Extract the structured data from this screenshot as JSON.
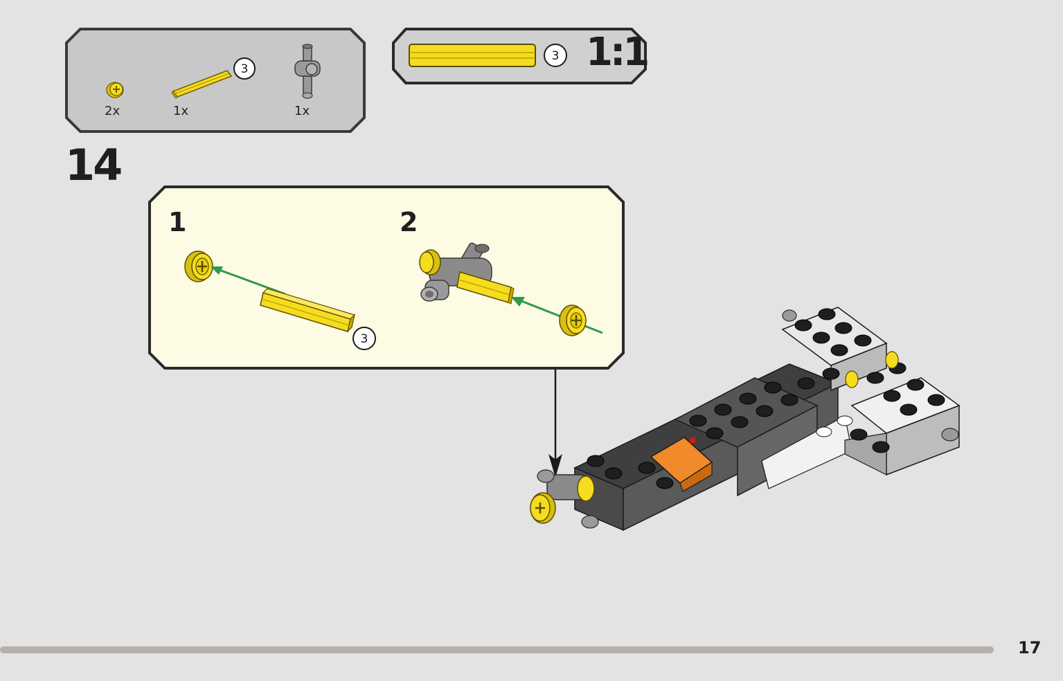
{
  "parts_list": {
    "items": [
      {
        "part": "yellow-bush",
        "quantity": "2x"
      },
      {
        "part": "yellow-axle-3",
        "quantity": "1x",
        "length_callout": "3"
      },
      {
        "part": "gray-axle-pin-connector",
        "quantity": "1x"
      }
    ]
  },
  "scale_box": {
    "part": "yellow-axle-3",
    "length_callout": "3",
    "scale_label": "1:1"
  },
  "step": {
    "number": "14",
    "substeps": [
      {
        "number": "1",
        "length_callout": "3"
      },
      {
        "number": "2"
      }
    ]
  },
  "page": {
    "number": "17"
  },
  "colors": {
    "background": "#e3e3e3",
    "panel_gray": "#c9c9c9",
    "submodel_panel": "#fdfbe6",
    "yellow": "#f5dc1e",
    "arrow_green": "#2e9a4a",
    "orange": "#f08a2a",
    "dark_gray": "#5a5a5a",
    "black": "#1a1a1a"
  }
}
